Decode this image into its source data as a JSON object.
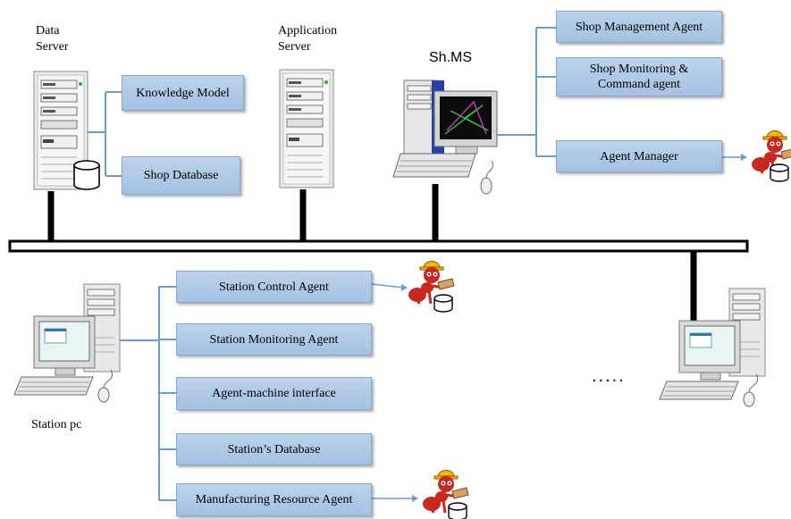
{
  "labels": {
    "data_server_line1": "Data",
    "data_server_line2": "Server",
    "application_server_line1": "Application",
    "application_server_line2": "Server",
    "shms": "Sh.MS",
    "station_pc": "Station pc",
    "ellipsis": "....."
  },
  "data_server_boxes": {
    "knowledge_model": "Knowledge Model",
    "shop_database": "Shop Database"
  },
  "shms_boxes": {
    "shop_management_agent": "Shop Management  Agent",
    "shop_monitoring_line1": "Shop Monitoring  &",
    "shop_monitoring_line2": "Command agent",
    "agent_manager": "Agent Manager"
  },
  "station_boxes": {
    "station_control_agent": "Station Control Agent",
    "station_monitoring_agent": "Station Monitoring  Agent",
    "agent_machine_interface": "Agent-machine  interface",
    "stations_database": "Station’s Database",
    "manufacturing_resource_agent": "Manufacturing  Resource Agent"
  },
  "colors": {
    "box_fill": "#a9c4e4",
    "box_border": "#8aa9cf",
    "connector_line": "#6a9bd1",
    "bus": "#000000",
    "ant": "#c8281e",
    "helmet": "#f5b800"
  },
  "icons": [
    "server-icon",
    "database-icon",
    "workstation-icon",
    "ant-agent-icon"
  ]
}
